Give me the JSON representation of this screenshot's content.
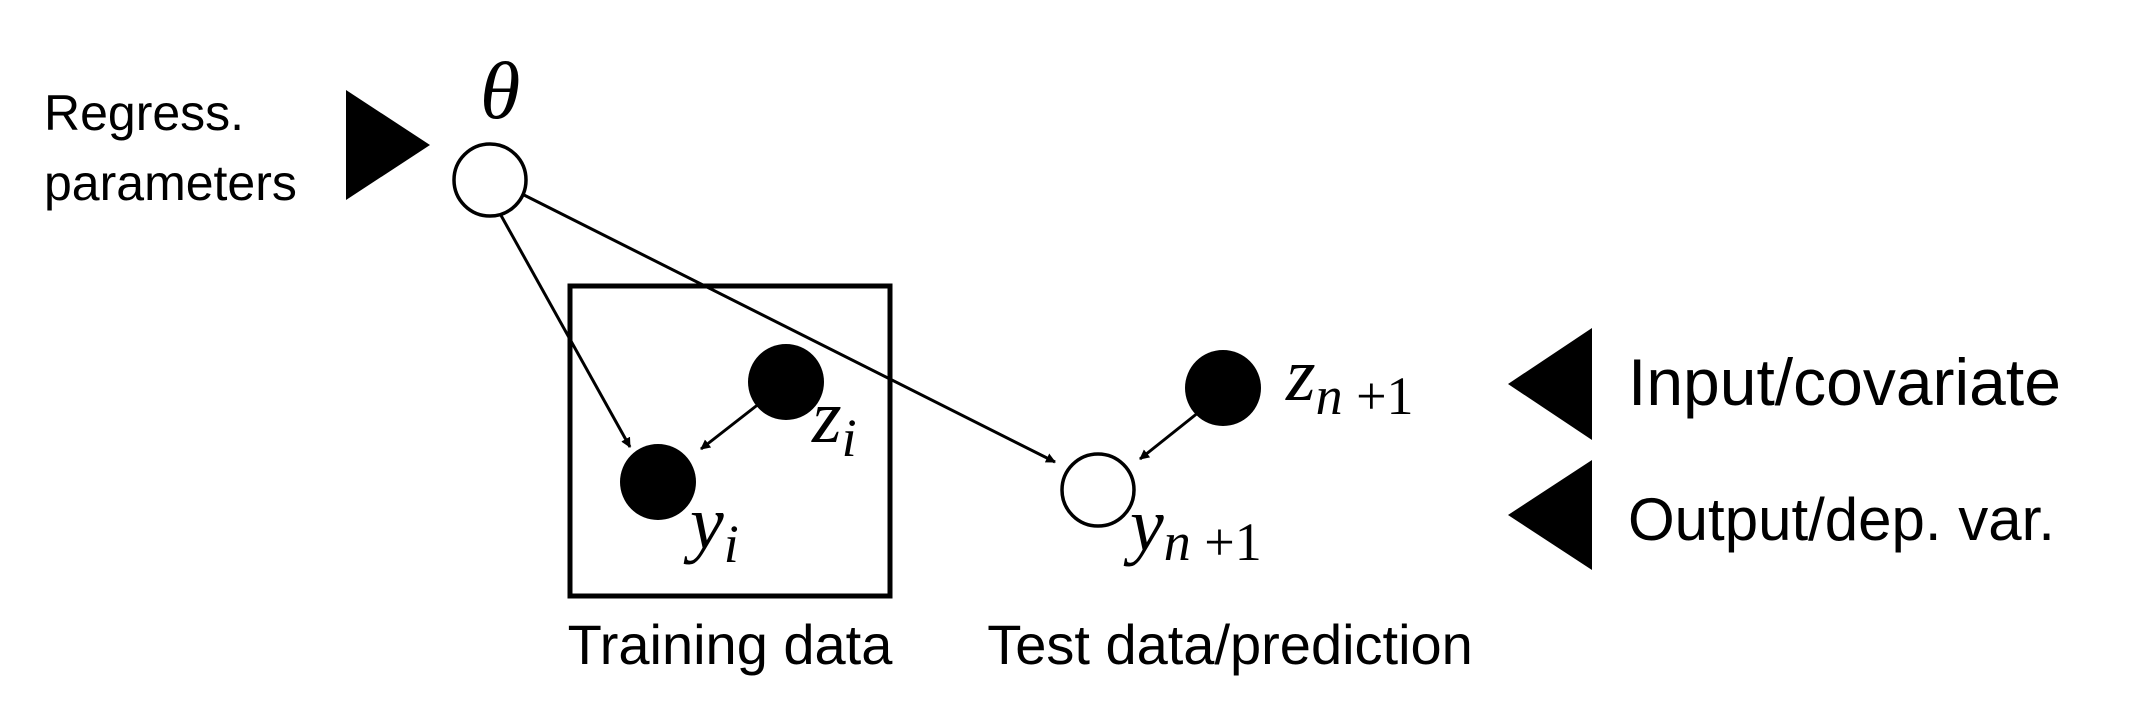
{
  "diagram": {
    "left_label": {
      "line1": "Regress.",
      "line2": "parameters"
    },
    "nodes": {
      "theta": {
        "symbol": "θ",
        "observed": false
      },
      "z_i": {
        "base": "z",
        "sub": "i",
        "observed": true
      },
      "y_i": {
        "base": "y",
        "sub": "i",
        "observed": true
      },
      "z_n1": {
        "base": "z",
        "sub_var": "n",
        "sub_rest": " +1",
        "observed": true
      },
      "y_n1": {
        "base": "y",
        "sub_var": "n",
        "sub_rest": " +1",
        "observed": false
      }
    },
    "plate_label": "Training data",
    "test_label": "Test data/prediction",
    "legend": {
      "input": "Input/covariate",
      "output": "Output/dep. var."
    },
    "colors": {
      "ink": "#000000",
      "open_node_fill": "#ffffff"
    }
  }
}
